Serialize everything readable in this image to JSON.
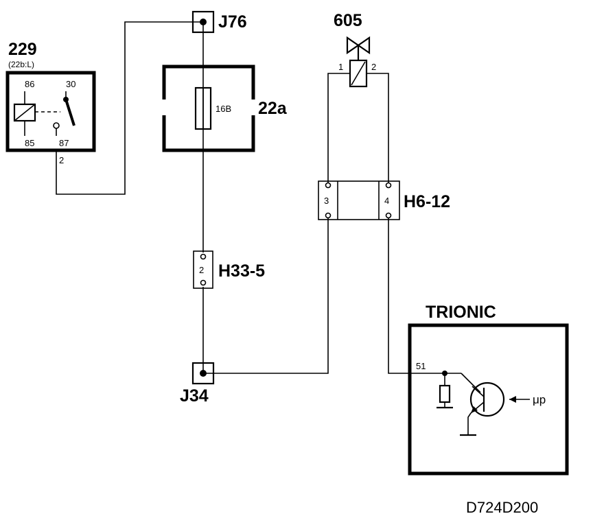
{
  "components": {
    "relay": {
      "id": "229",
      "sub": "(22b:L)",
      "pins": {
        "p86": "86",
        "p30": "30",
        "p85": "85",
        "p87": "87"
      },
      "out_pin": "2"
    },
    "j76": {
      "label": "J76"
    },
    "fuse": {
      "label": "22a",
      "value": "16B"
    },
    "h33": {
      "label": "H33-5",
      "pin": "2"
    },
    "j34": {
      "label": "J34"
    },
    "valve": {
      "id": "605",
      "pin1": "1",
      "pin2": "2"
    },
    "h6": {
      "label": "H6-12",
      "pin3": "3",
      "pin4": "4"
    },
    "trionic": {
      "label": "TRIONIC",
      "pin": "51",
      "mu": "μp"
    }
  },
  "footer": {
    "code": "D724D200"
  }
}
